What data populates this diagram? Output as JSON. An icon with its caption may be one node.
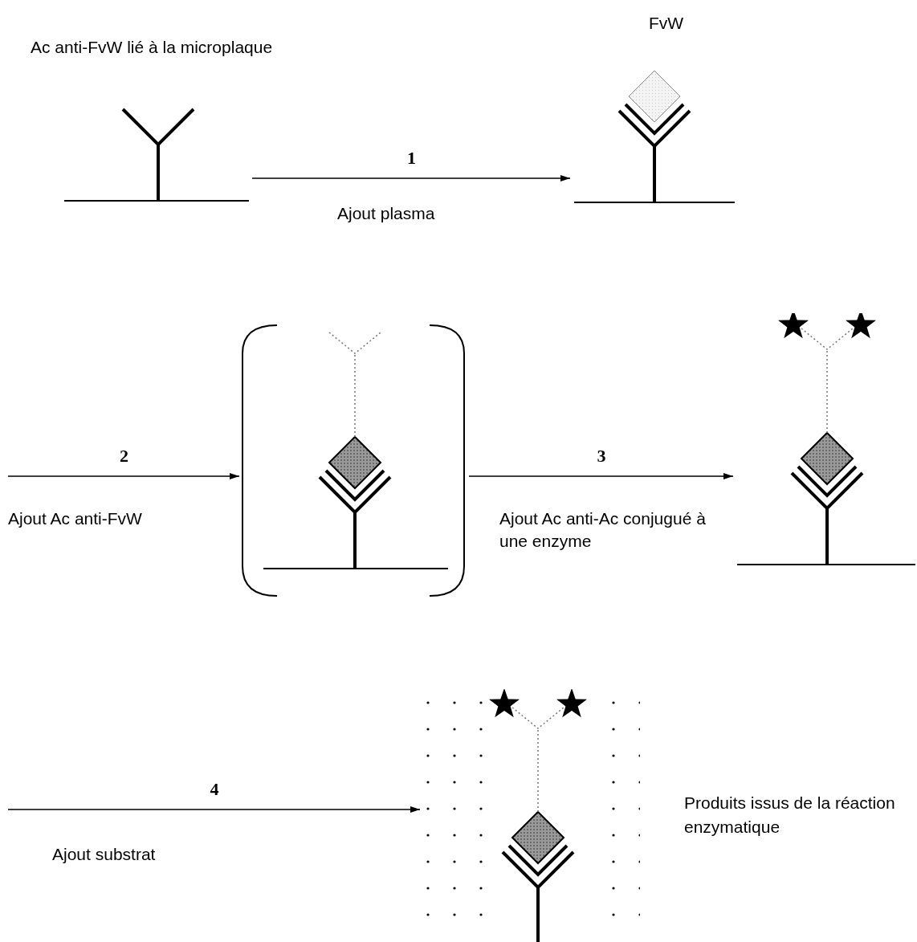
{
  "diagram": {
    "nodes": [
      {
        "text": [],
        "shape": "picture",
        "beside": [
          "Ac anti-FvW lié à la microplaque"
        ]
      },
      {
        "text": [],
        "shape": "picture",
        "beside": [
          "FvW"
        ]
      },
      {
        "text": [],
        "shape": "picture"
      },
      {
        "text": [],
        "shape": "picture"
      },
      {
        "text": [],
        "shape": "picture",
        "beside": [
          "Produits issus de la réaction enzymatique"
        ]
      }
    ],
    "edges": [
      {
        "from": 0,
        "to": 1,
        "arrow": "to",
        "label": "1"
      },
      {
        "from": null,
        "to": 2,
        "arrow": "to",
        "label": "2"
      },
      {
        "from": 2,
        "to": 3,
        "arrow": "to",
        "label": "3"
      },
      {
        "from": null,
        "to": 4,
        "arrow": "to",
        "label": "4"
      }
    ],
    "labels": [
      "Ajout plasma",
      "Ajout Ac anti-FvW",
      "Ajout Ac anti-Ac conjugué à une enzyme",
      "Ajout substrat"
    ]
  }
}
